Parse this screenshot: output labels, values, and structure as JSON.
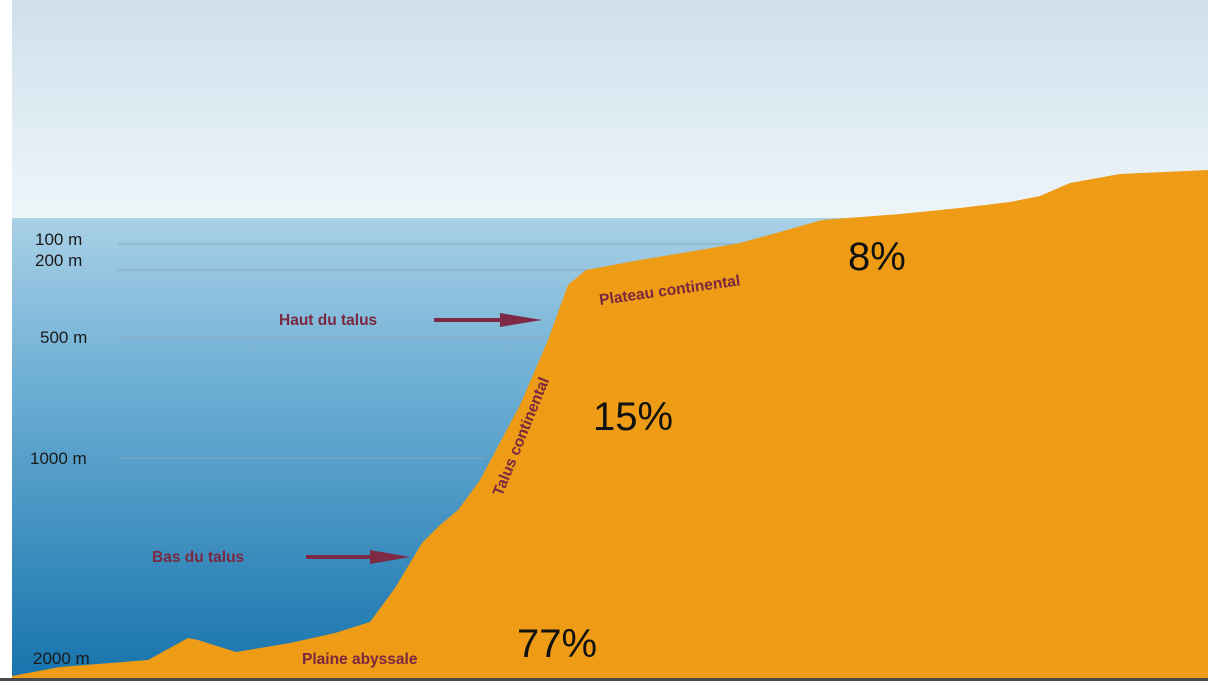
{
  "depth_labels": {
    "d100": "100 m",
    "d200": "200 m",
    "d500": "500 m",
    "d1000": "1000 m",
    "d2000": "2000 m"
  },
  "zone_labels": {
    "haut_du_talus": "Haut du talus",
    "bas_du_talus": "Bas du talus",
    "talus_continental": "Talus continental",
    "plateau_continental": "Plateau continental",
    "plaine_abyssale": "Plaine abyssale"
  },
  "percentages": {
    "plateau": "8%",
    "talus": "15%",
    "plaine": "77%"
  },
  "colors": {
    "land": "#ee9c15",
    "sky_top": "#cfe0ec",
    "sky_bottom": "#eef5f9",
    "water_top": "#9fcbe3",
    "water_bottom": "#1978b0",
    "label_text": "#7a2740",
    "arrow": "#7e2a45"
  }
}
